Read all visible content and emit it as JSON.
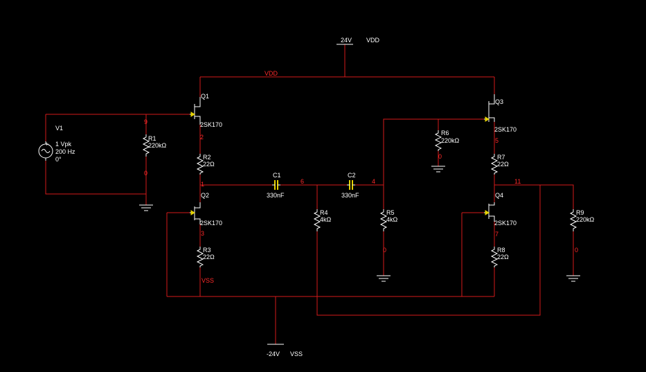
{
  "colors": {
    "background": "#000000",
    "wire": "#d41a1a",
    "component": "#ffffff",
    "net_label": "#ff2a2a",
    "capacitor": "#e6d200"
  },
  "supplies": {
    "vdd": {
      "value": "24V",
      "name": "VDD"
    },
    "vss": {
      "value": "-24V",
      "name": "VSS"
    }
  },
  "source": {
    "ref": "V1",
    "amplitude": "1 Vpk",
    "frequency": "200 Hz",
    "phase": "0°"
  },
  "transistors": {
    "q1": {
      "ref": "Q1",
      "model": "2SK170"
    },
    "q2": {
      "ref": "Q2",
      "model": "2SK170"
    },
    "q3": {
      "ref": "Q3",
      "model": "2SK170"
    },
    "q4": {
      "ref": "Q4",
      "model": "2SK170"
    }
  },
  "resistors": {
    "r1": {
      "ref": "R1",
      "value": "220kΩ"
    },
    "r2": {
      "ref": "R2",
      "value": "22Ω"
    },
    "r3": {
      "ref": "R3",
      "value": "22Ω"
    },
    "r4": {
      "ref": "R4",
      "value": "4kΩ"
    },
    "r5": {
      "ref": "R5",
      "value": "4kΩ"
    },
    "r6": {
      "ref": "R6",
      "value": "220kΩ"
    },
    "r7": {
      "ref": "R7",
      "value": "22Ω"
    },
    "r8": {
      "ref": "R8",
      "value": "22Ω"
    },
    "r9": {
      "ref": "R9",
      "value": "220kΩ"
    }
  },
  "capacitors": {
    "c1": {
      "ref": "C1",
      "value": "330nF"
    },
    "c2": {
      "ref": "C2",
      "value": "330nF"
    }
  },
  "nets": {
    "vdd_rail": "VDD",
    "vss_rail": "VSS",
    "n9": "9",
    "n0_v1": "0",
    "n2": "2",
    "n1": "1",
    "n3": "3",
    "n6": "6",
    "n4": "4",
    "n0_r5": "0",
    "n0_r6": "0",
    "n5": "5",
    "n11": "11",
    "n7": "7",
    "n0_r9": "0"
  }
}
